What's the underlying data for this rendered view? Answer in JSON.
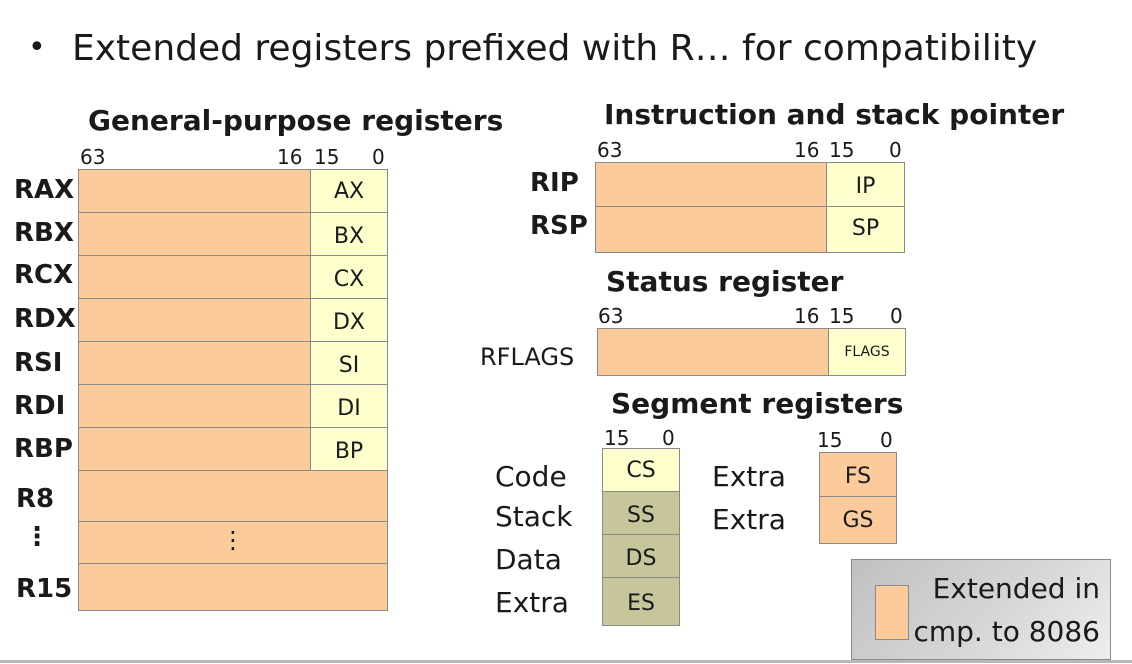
{
  "heading": {
    "bullet": "•",
    "text": "Extended registers prefixed with R… for compatibility"
  },
  "gpr": {
    "title": "General-purpose registers",
    "bits": {
      "b63": "63",
      "b16": "16",
      "b15": "15",
      "b0": "0"
    },
    "rows": [
      {
        "name": "RAX",
        "low": "AX"
      },
      {
        "name": "RBX",
        "low": "BX"
      },
      {
        "name": "RCX",
        "low": "CX"
      },
      {
        "name": "RDX",
        "low": "DX"
      },
      {
        "name": "RSI",
        "low": "SI"
      },
      {
        "name": "RDI",
        "low": "DI"
      },
      {
        "name": "RBP",
        "low": "BP"
      }
    ],
    "r8": "R8",
    "vdots": "⋮",
    "cell_dots": "⋮",
    "r15": "R15"
  },
  "ip_sp": {
    "title": "Instruction and stack pointer",
    "bits": {
      "b63": "63",
      "b16": "16",
      "b15": "15",
      "b0": "0"
    },
    "rows": [
      {
        "name": "RIP",
        "low": "IP"
      },
      {
        "name": "RSP",
        "low": "SP"
      }
    ]
  },
  "status": {
    "title": "Status register",
    "bits": {
      "b63": "63",
      "b16": "16",
      "b15": "15",
      "b0": "0"
    },
    "name": "RFLAGS",
    "low": "FLAGS"
  },
  "segment": {
    "title": "Segment registers",
    "left_bits": {
      "b15": "15",
      "b0": "0"
    },
    "right_bits": {
      "b15": "15",
      "b0": "0"
    },
    "left": [
      {
        "label": "Code",
        "reg": "CS"
      },
      {
        "label": "Stack",
        "reg": "SS"
      },
      {
        "label": "Data",
        "reg": "DS"
      },
      {
        "label": "Extra",
        "reg": "ES"
      }
    ],
    "right": [
      {
        "label": "Extra",
        "reg": "FS"
      },
      {
        "label": "Extra",
        "reg": "GS"
      }
    ]
  },
  "legend": {
    "line1": "Extended in",
    "line2": "cmp. to 8086"
  },
  "colors": {
    "extended": "#fbcb9c",
    "original": "#feffcc",
    "segment_old": "#c6c69a",
    "border": "#8a8a8a"
  }
}
